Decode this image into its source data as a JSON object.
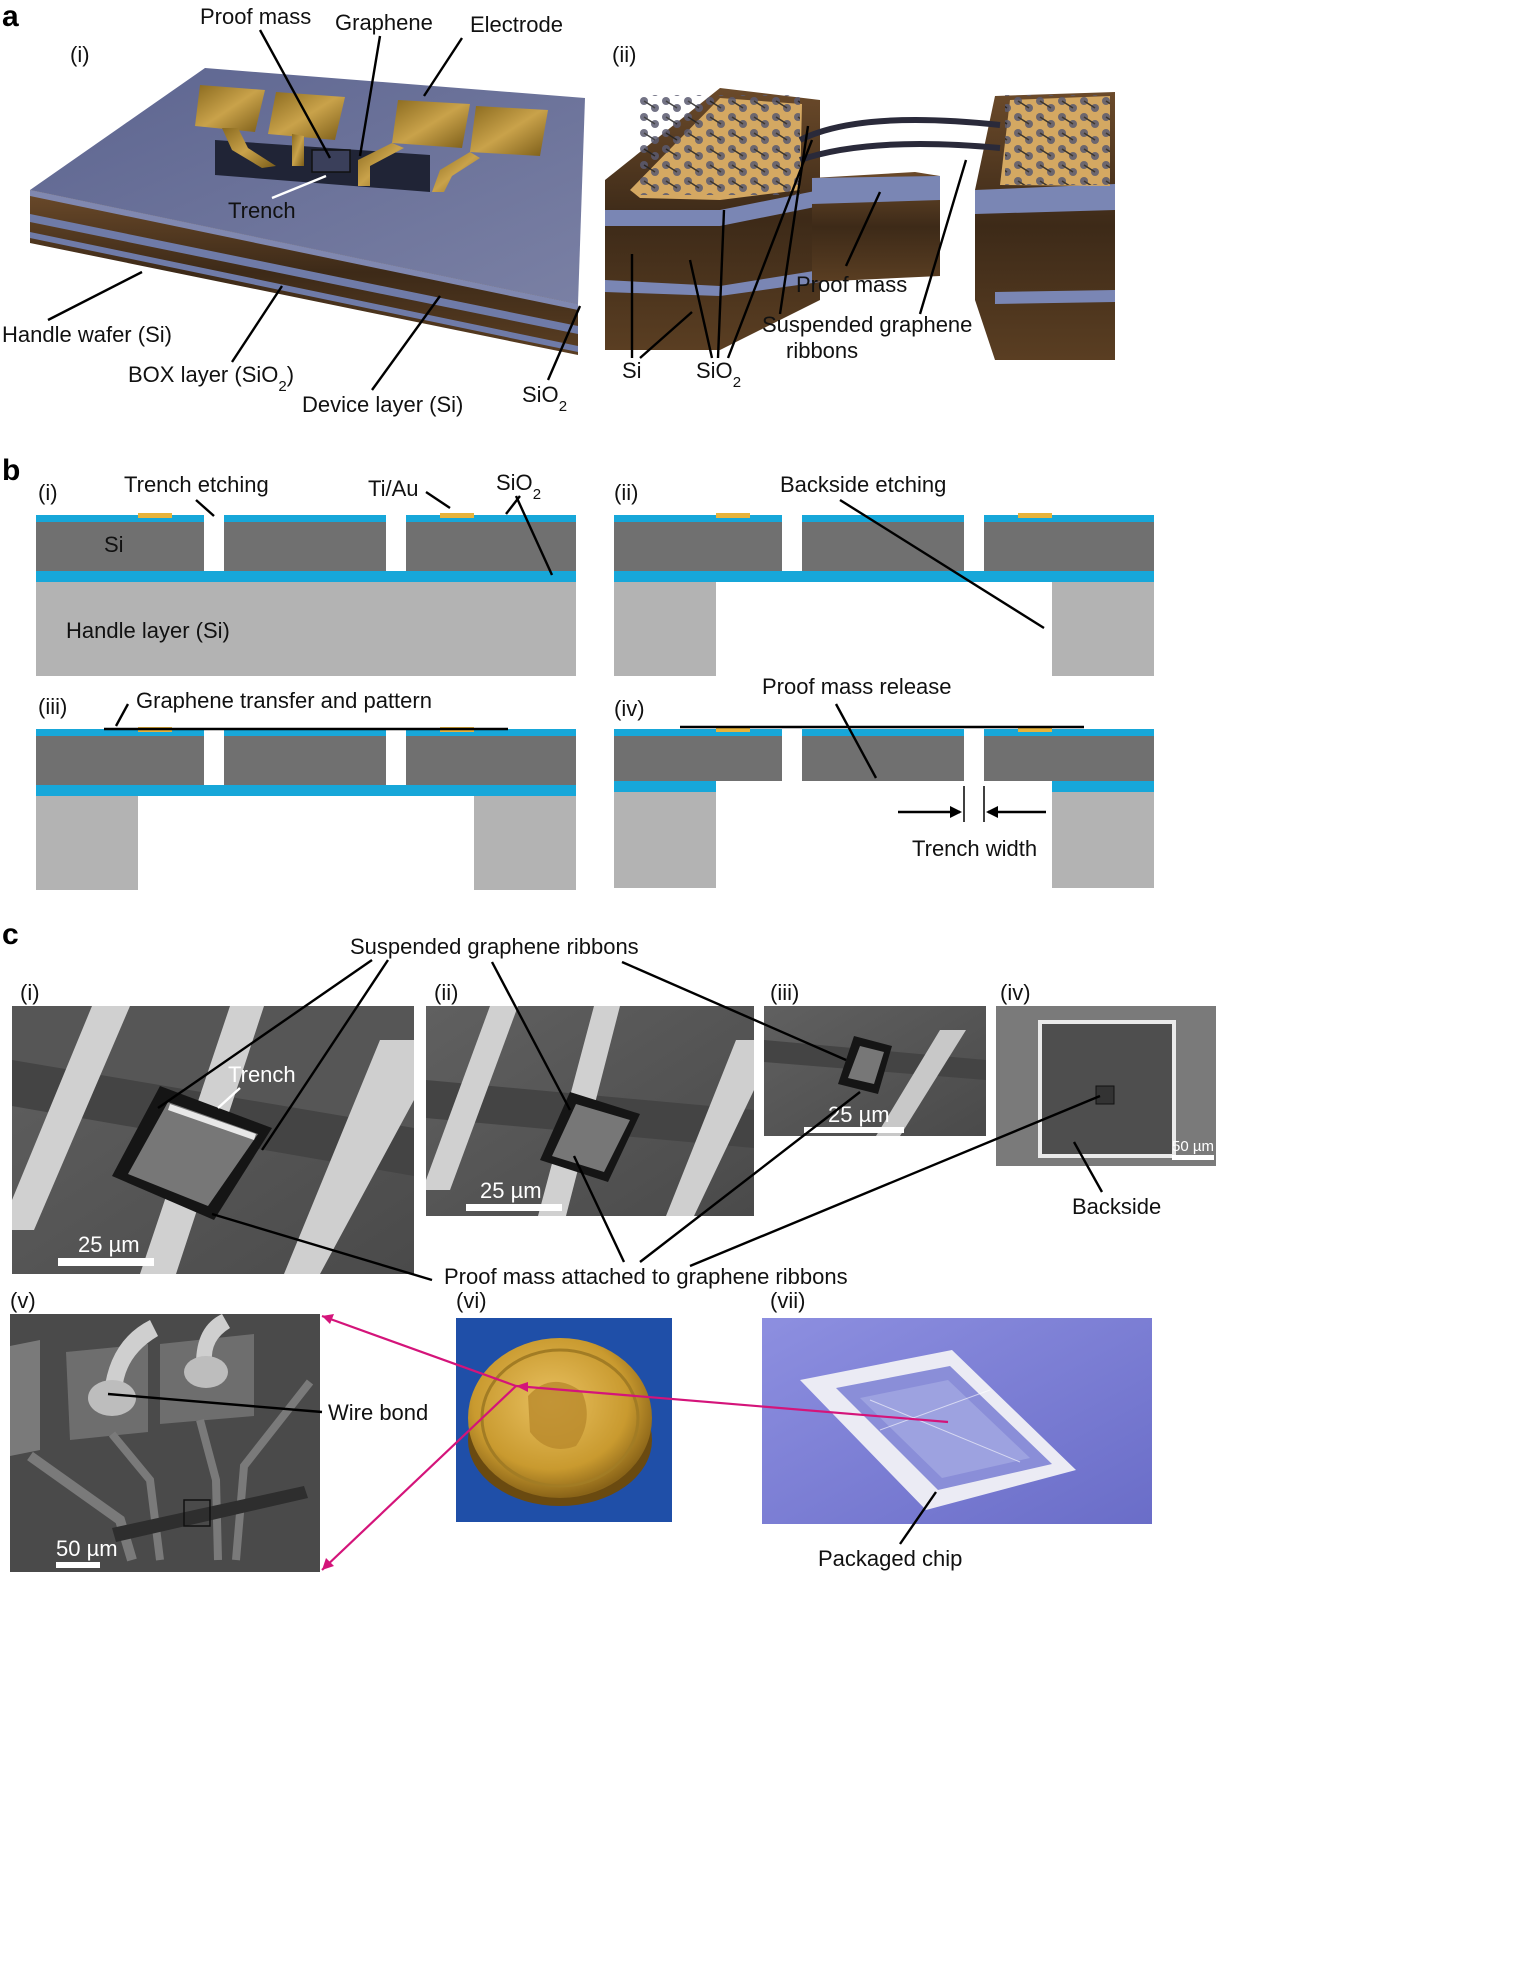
{
  "panels": {
    "a": {
      "letter": "a",
      "i": {
        "sub": "(i)",
        "proof_mass": "Proof mass",
        "graphene": "Graphene",
        "electrode": "Electrode",
        "trench": "Trench",
        "handle_wafer": "Handle wafer (Si)",
        "box_layer_pre": "BOX layer (SiO",
        "box_layer_sub": "2",
        "box_layer_post": ")",
        "device_layer": "Device layer (Si)",
        "sio2_pre": "SiO",
        "sio2_sub": "2"
      },
      "ii": {
        "sub": "(ii)",
        "proof_mass": "Proof mass",
        "suspended_1": "Suspended graphene",
        "suspended_2": "ribbons",
        "si": "Si",
        "sio2_pre": "SiO",
        "sio2_sub": "2"
      }
    },
    "b": {
      "letter": "b",
      "i": {
        "sub": "(i)",
        "trench_etching": "Trench etching",
        "tiau": "Ti/Au",
        "sio2_pre": "SiO",
        "sio2_sub": "2",
        "si": "Si",
        "handle": "Handle layer (Si)"
      },
      "ii": {
        "sub": "(ii)",
        "backside": "Backside etching"
      },
      "iii": {
        "sub": "(iii)",
        "transfer": "Graphene transfer and pattern"
      },
      "iv": {
        "sub": "(iv)",
        "release": "Proof mass release",
        "trench_width": "Trench width"
      }
    },
    "c": {
      "letter": "c",
      "suspended": "Suspended graphene ribbons",
      "proof_attached": "Proof mass attached to graphene ribbons",
      "i": {
        "sub": "(i)",
        "trench": "Trench",
        "scale": "25 µm"
      },
      "ii": {
        "sub": "(ii)",
        "scale": "25 µm"
      },
      "iii": {
        "sub": "(iii)",
        "scale": "25 µm"
      },
      "iv": {
        "sub": "(iv)",
        "scale": "50 µm",
        "backside": "Backside"
      },
      "v": {
        "sub": "(v)",
        "wire_bond": "Wire bond",
        "scale": "50 µm"
      },
      "vi": {
        "sub": "(vi)"
      },
      "vii": {
        "sub": "(vii)",
        "packaged": "Packaged chip"
      }
    }
  },
  "colors": {
    "sio2": "#17a7d9",
    "si_device": "#707070",
    "si_handle": "#b3b3b3",
    "gold": "#e8b33a",
    "callout_magenta": "#d4147a"
  }
}
